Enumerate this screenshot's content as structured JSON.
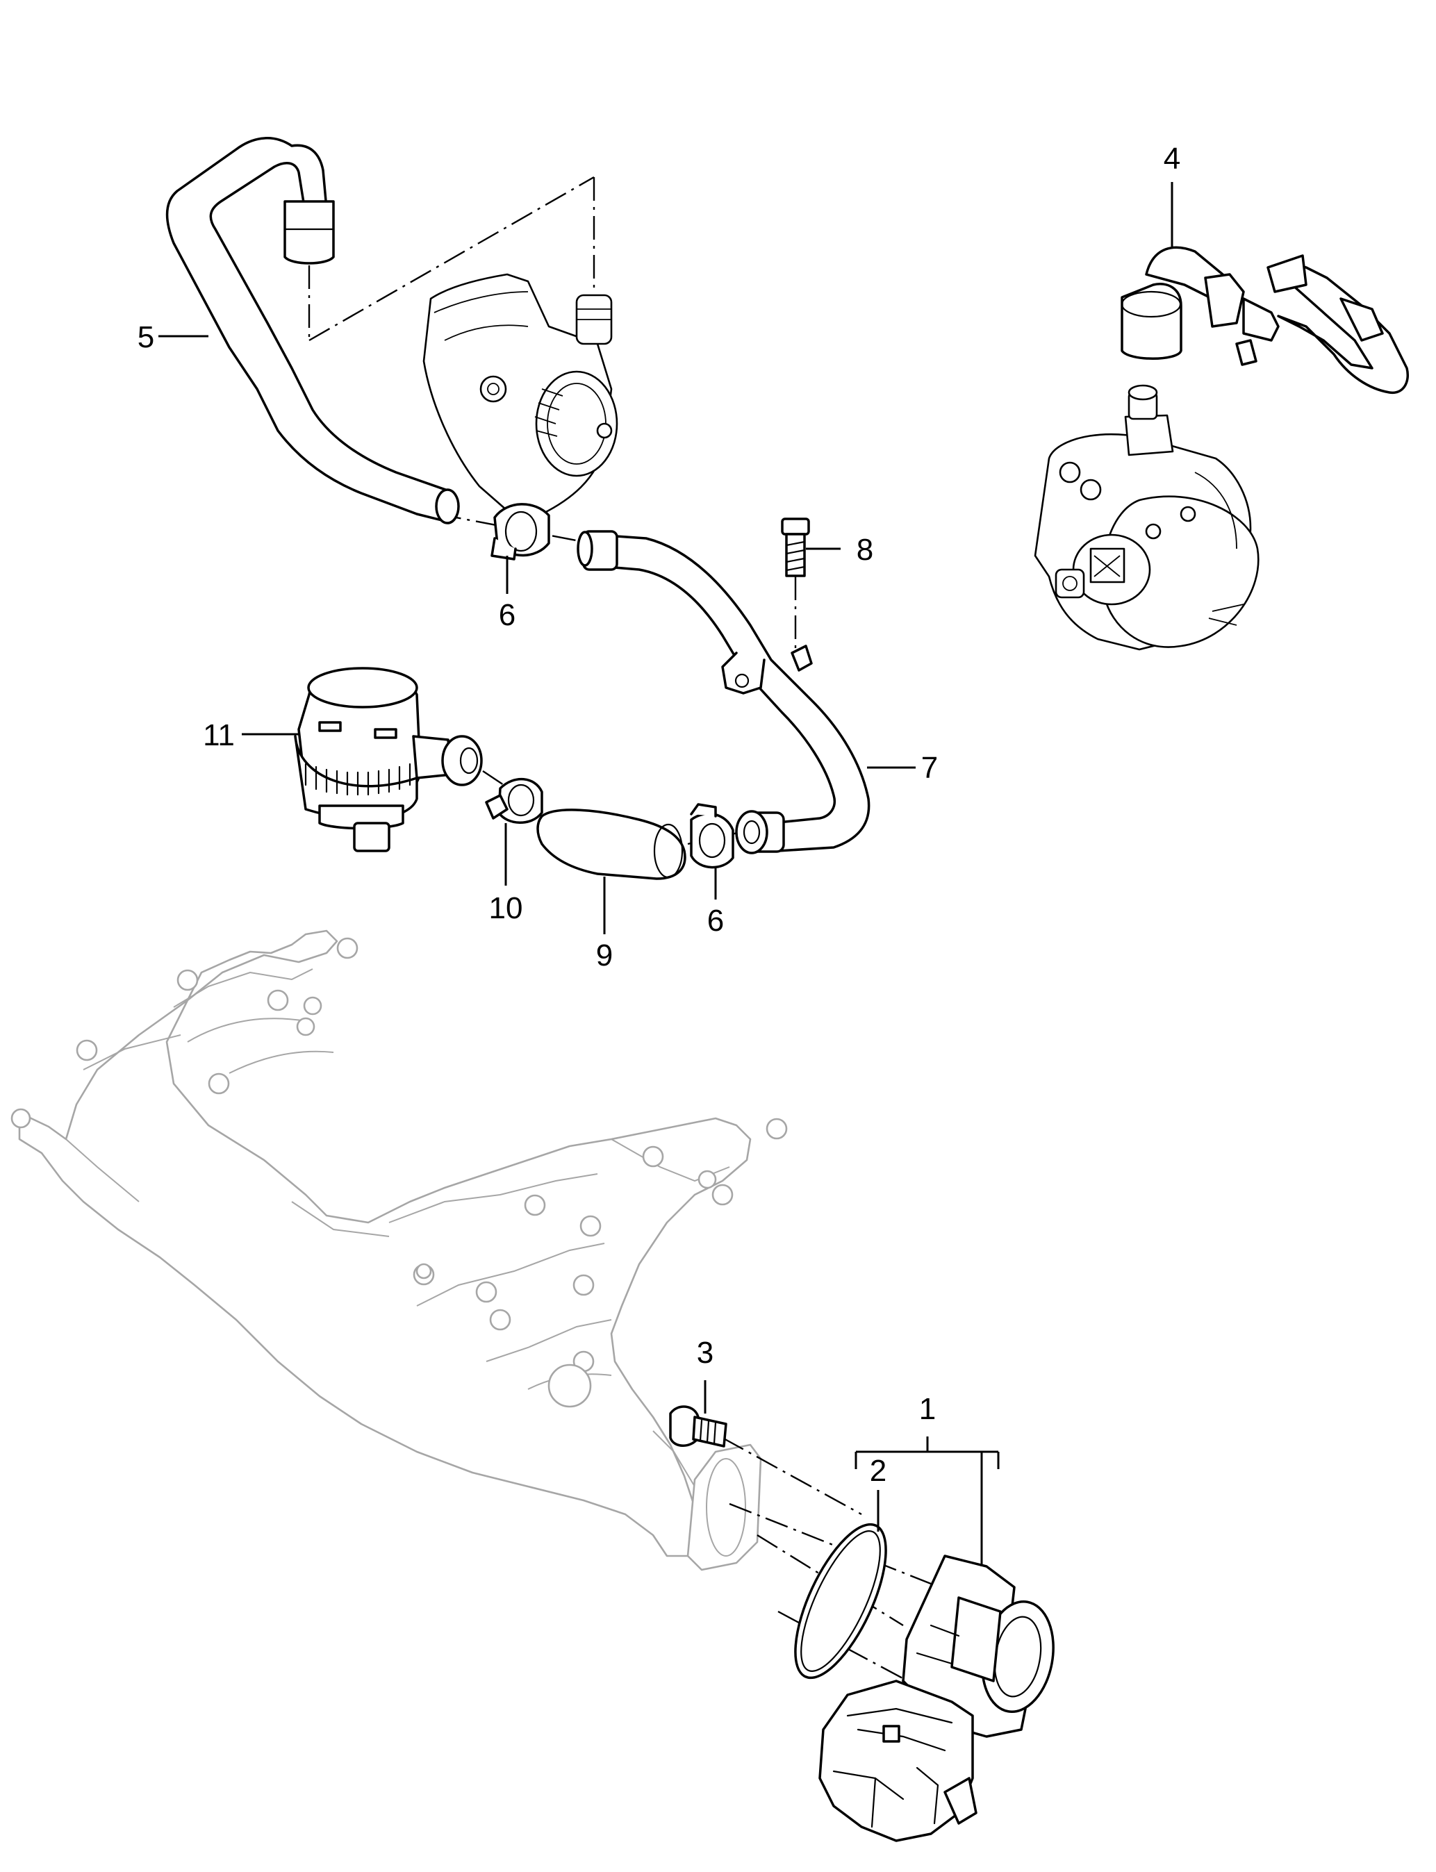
{
  "diagram": {
    "callouts": [
      {
        "id": "c1",
        "label": "1"
      },
      {
        "id": "c2",
        "label": "2"
      },
      {
        "id": "c3",
        "label": "3"
      },
      {
        "id": "c4",
        "label": "4"
      },
      {
        "id": "c5",
        "label": "5"
      },
      {
        "id": "c6a",
        "label": "6"
      },
      {
        "id": "c6b",
        "label": "6"
      },
      {
        "id": "c7",
        "label": "7"
      },
      {
        "id": "c8",
        "label": "8"
      },
      {
        "id": "c9",
        "label": "9"
      },
      {
        "id": "c10",
        "label": "10"
      },
      {
        "id": "c11",
        "label": "11"
      }
    ]
  }
}
